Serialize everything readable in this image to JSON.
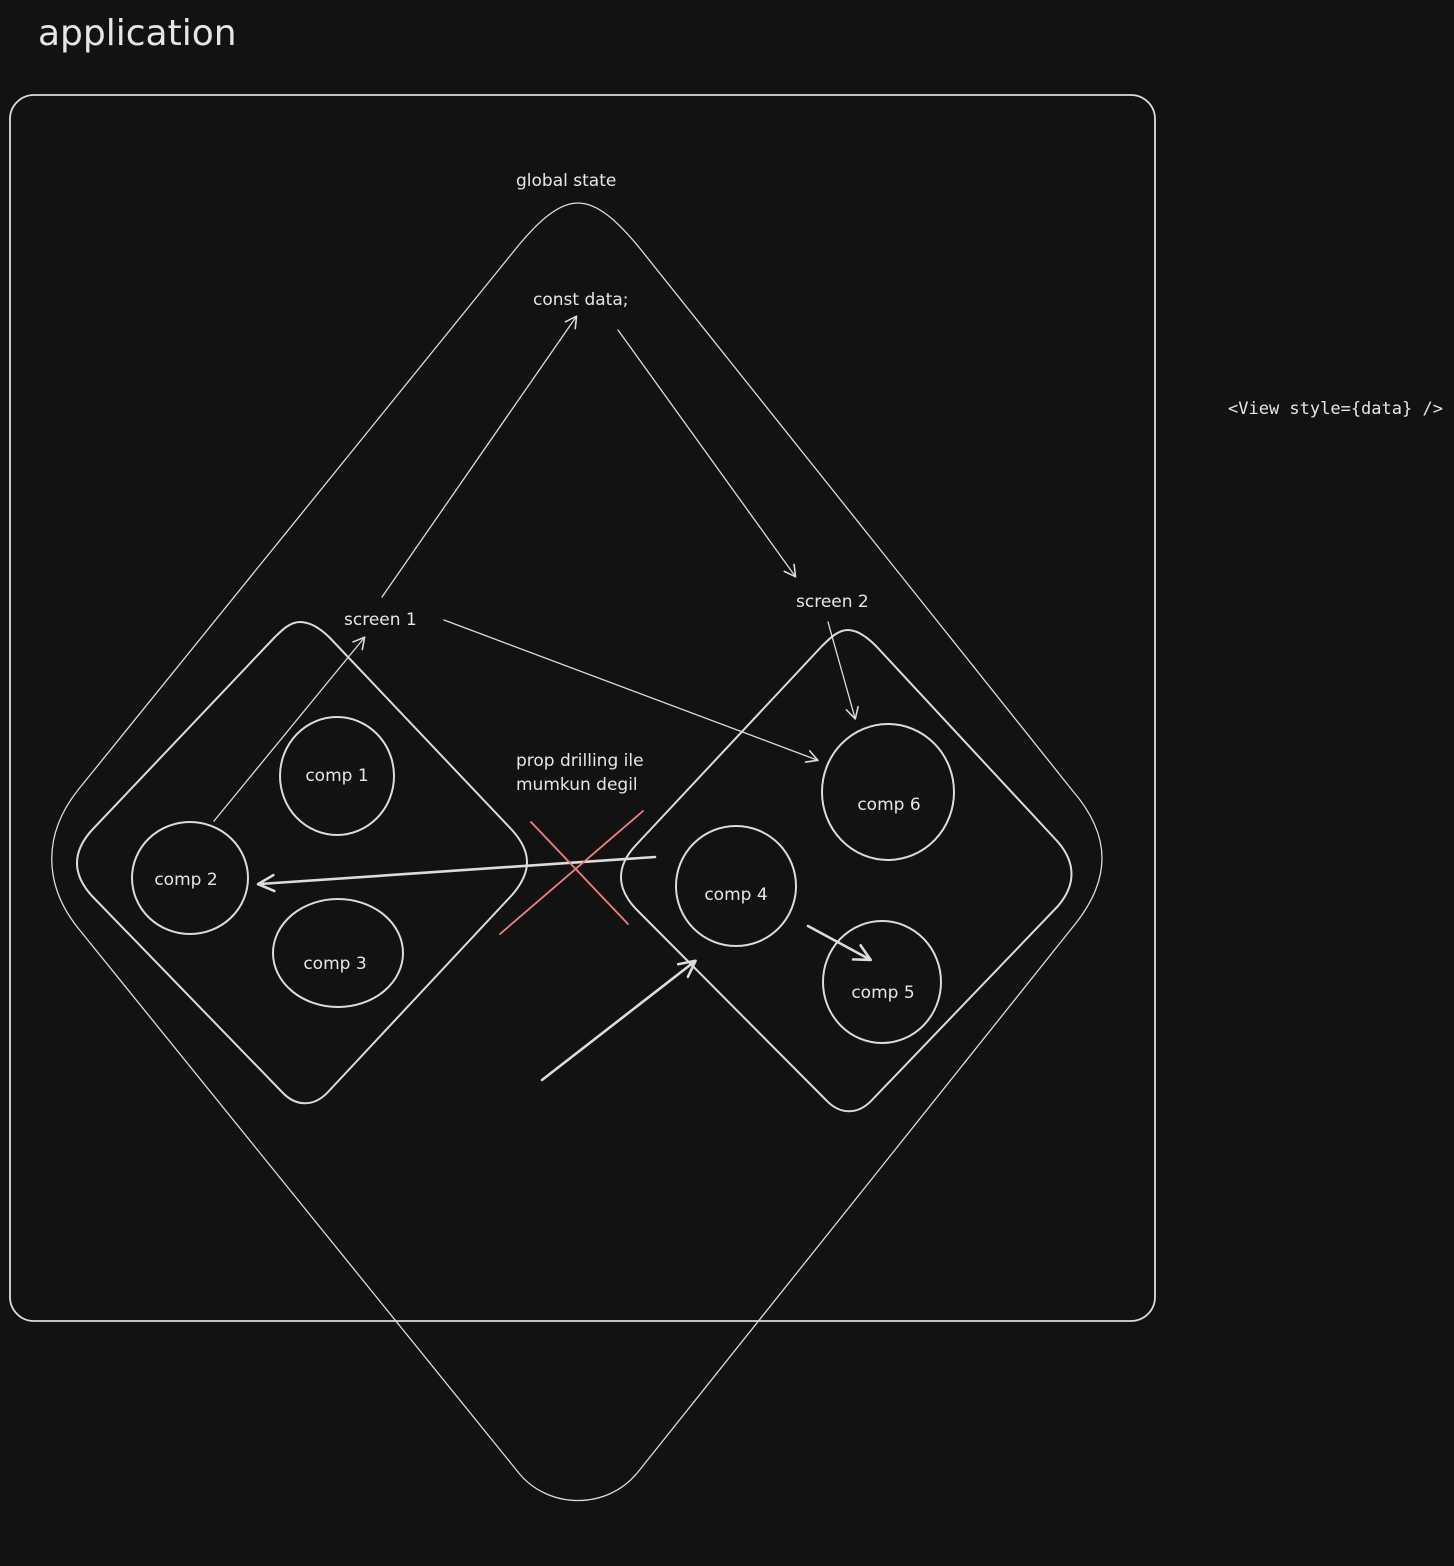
{
  "title": "application",
  "side_note": "<View style={data} />",
  "global_state": {
    "label": "global state",
    "code": "const data;"
  },
  "screens": [
    {
      "label": "screen 1"
    },
    {
      "label": "screen 2"
    }
  ],
  "components": [
    {
      "label": "comp 1"
    },
    {
      "label": "comp 2"
    },
    {
      "label": "comp 3"
    },
    {
      "label": "comp 4"
    },
    {
      "label": "comp 5"
    },
    {
      "label": "comp 6"
    }
  ],
  "annotation": {
    "line1": "prop drilling ile",
    "line2": "mumkun degil"
  },
  "colors": {
    "background": "#121212",
    "stroke": "#dcdcdc",
    "cross": "#f08080"
  }
}
